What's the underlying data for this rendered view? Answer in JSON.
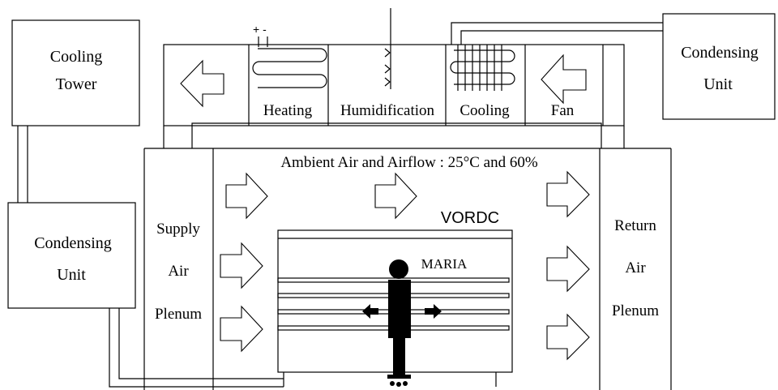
{
  "diagram": {
    "cooling_tower": {
      "line1": "Cooling",
      "line2": "Tower"
    },
    "condensing_unit_left": {
      "line1": "Condensing",
      "line2": "Unit"
    },
    "condensing_unit_right": {
      "line1": "Condensing",
      "line2": "Unit"
    },
    "ahu": {
      "heating": "Heating",
      "humidification": "Humidification",
      "cooling": "Cooling",
      "fan": "Fan",
      "polarity": "+ -"
    },
    "ambient_label": "Ambient Air and Airflow : 25°C and 60%",
    "supply_plenum": {
      "line1": "Supply",
      "line2": "Air",
      "line3": "Plenum"
    },
    "return_plenum": {
      "line1": "Return",
      "line2": "Air",
      "line3": "Plenum"
    },
    "vordc_label": "VORDC",
    "maria_label": "MARIA"
  }
}
